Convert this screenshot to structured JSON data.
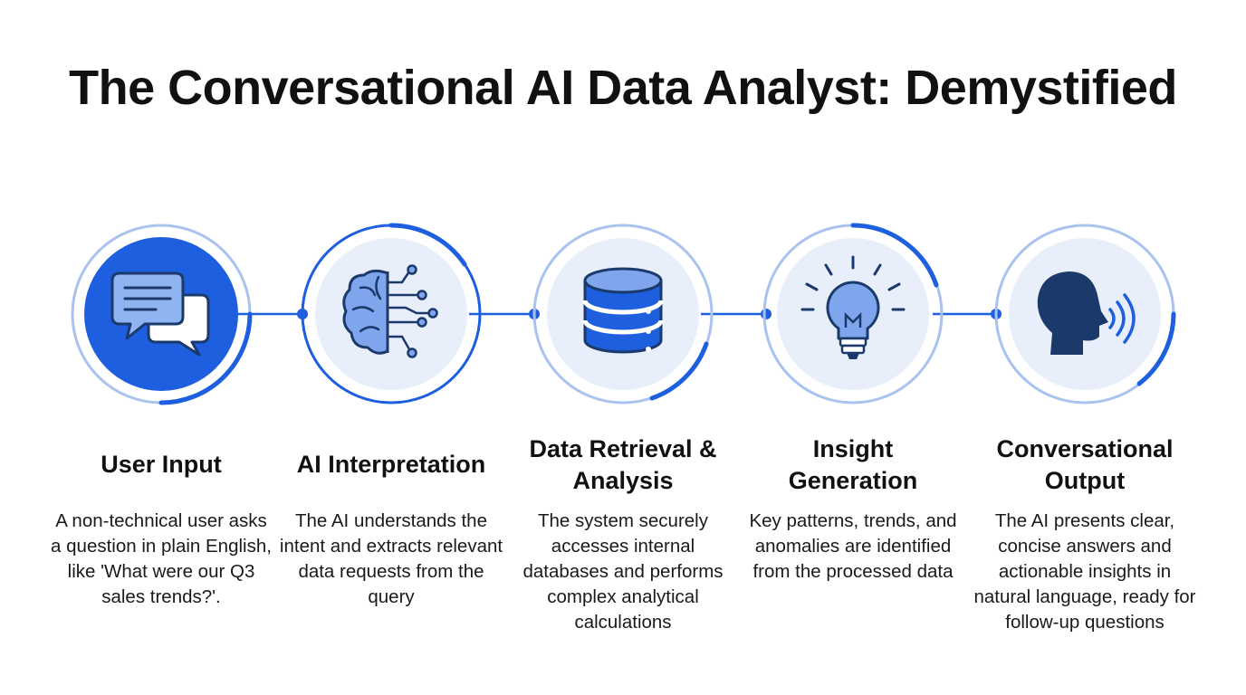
{
  "title": "The Conversational AI Data Analyst: Demystified",
  "colors": {
    "accent": "#1E5FE0",
    "accent_light": "#A9C3EE",
    "disc_light": "#E8EFFB",
    "icon_fill": "#7FA6EC",
    "icon_dark": "#1B3A6B"
  },
  "steps": [
    {
      "icon": "chat-bubbles-icon",
      "title": "User Input",
      "description": "A non-technical user asks a question in plain English, like 'What were our Q3 sales trends?'."
    },
    {
      "icon": "brain-circuit-icon",
      "title": "AI Interpretation",
      "description": "The AI understands the intent and extracts relevant data requests from the query"
    },
    {
      "icon": "database-icon",
      "title": "Data Retrieval & Analysis",
      "description": "The system securely accesses internal databases and performs complex analytical calculations"
    },
    {
      "icon": "lightbulb-icon",
      "title": "Insight Generation",
      "description": "Key patterns, trends, and anomalies are identified from the processed data"
    },
    {
      "icon": "speaking-head-icon",
      "title": "Conversational Output",
      "description": "The AI presents clear, concise answers and actionable insights in natural language, ready for follow-up questions"
    }
  ]
}
